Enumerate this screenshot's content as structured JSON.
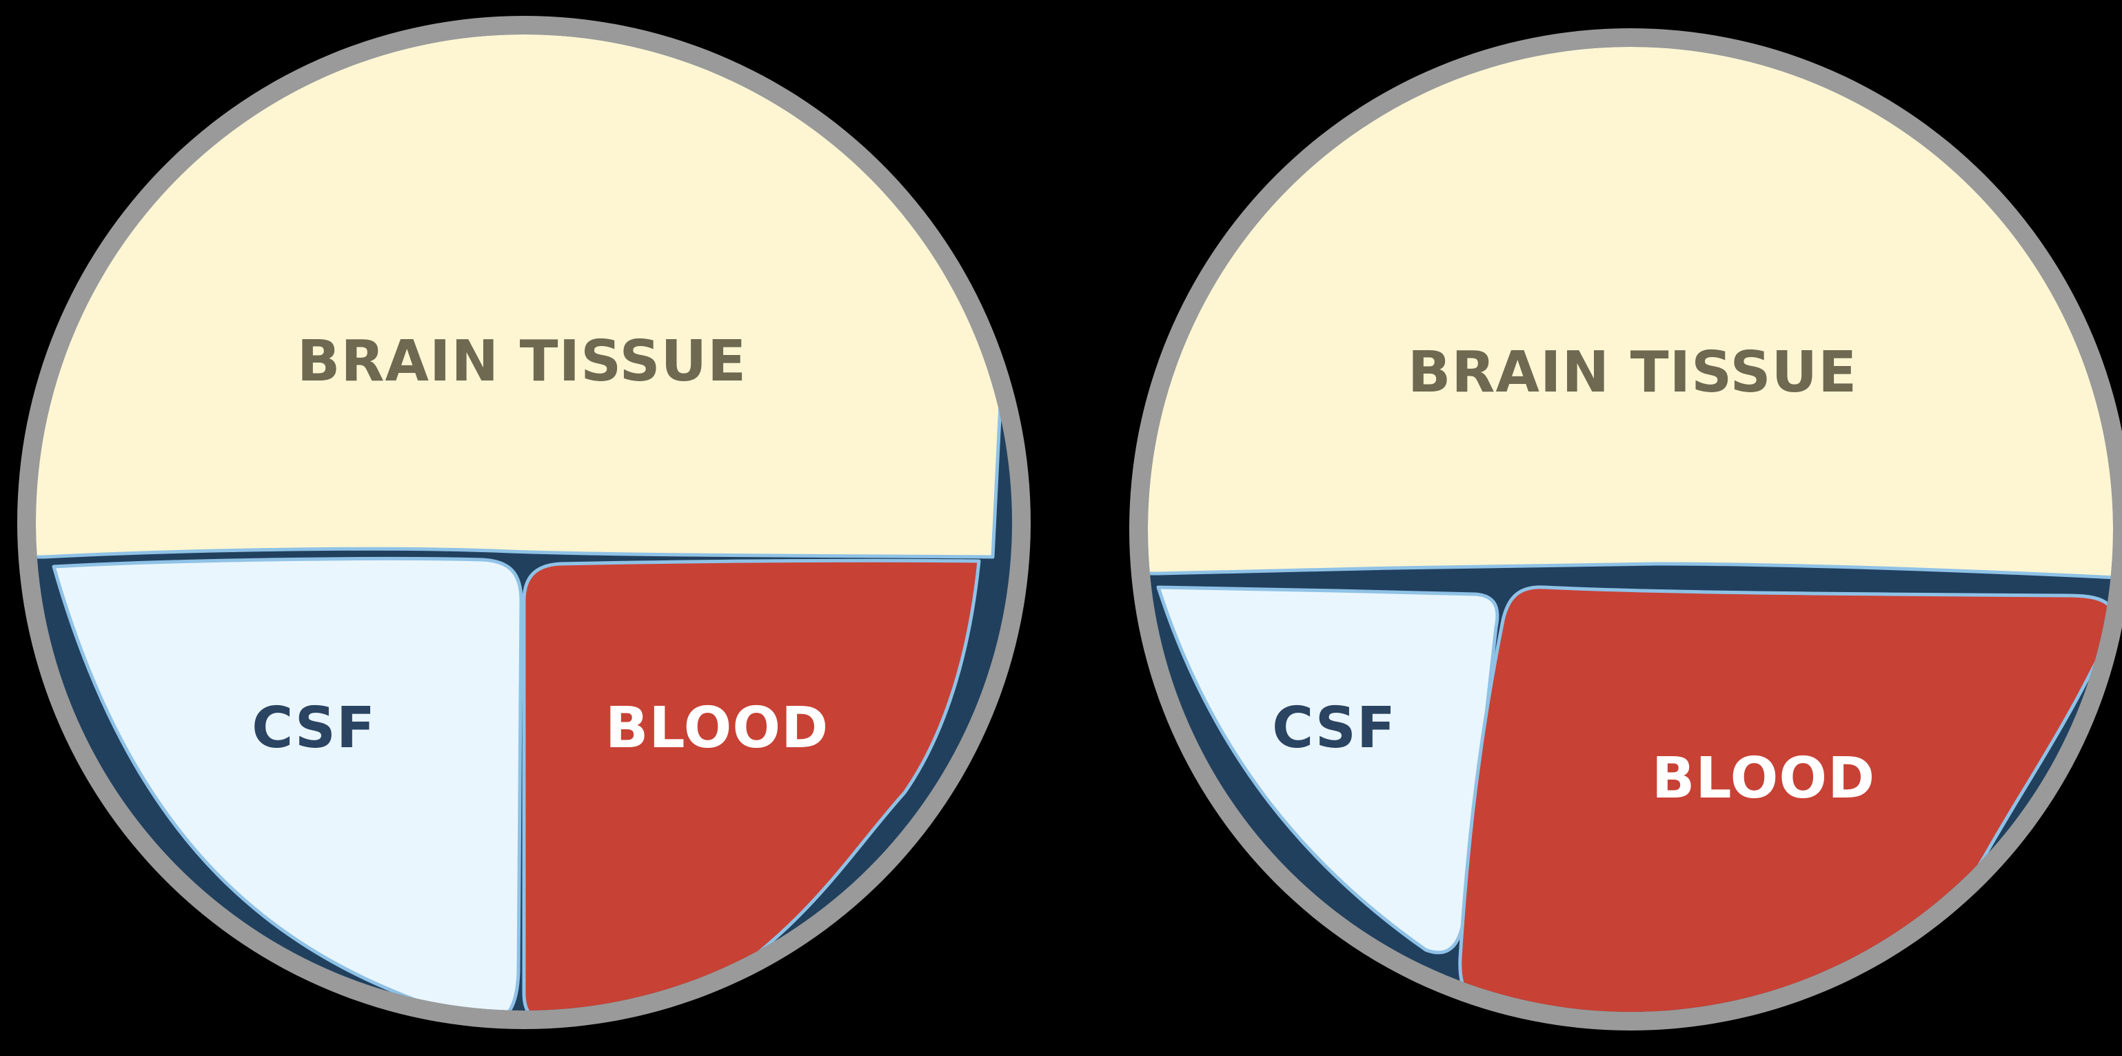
{
  "colors": {
    "background": "#000000",
    "skull": "#9a9a9a",
    "interstitial": "#21405e",
    "outline": "#8fc2e6",
    "brain_tissue": "#fef6d3",
    "csf": "#eaf6fd",
    "blood": "#c84135",
    "brain_label": "#6e6950",
    "csf_label": "#2a4462",
    "blood_label": "#ffffff"
  },
  "panels": [
    {
      "brain_label": "BRAIN TISSUE",
      "csf_label": "CSF",
      "blood_label": "BLOOD"
    },
    {
      "brain_label": "BRAIN TISSUE",
      "csf_label": "CSF",
      "blood_label": "BLOOD"
    }
  ]
}
